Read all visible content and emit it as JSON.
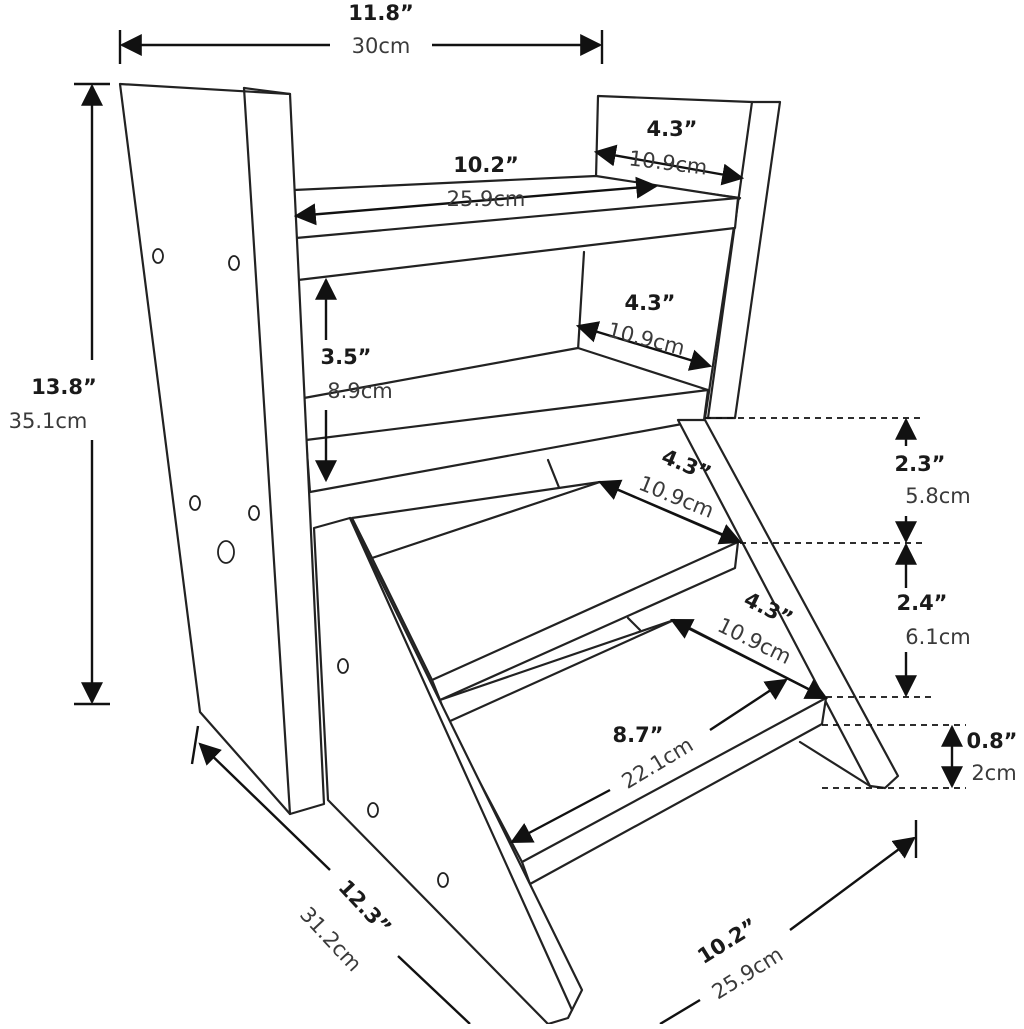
{
  "dimensions": {
    "top_width": {
      "inch": "11.8”",
      "cm": "30cm"
    },
    "height": {
      "inch": "13.8”",
      "cm": "35.1cm"
    },
    "top_shelf_length": {
      "inch": "10.2”",
      "cm": "25.9cm"
    },
    "top_shelf_depth": {
      "inch": "4.3”",
      "cm": "10.9cm"
    },
    "shelf_gap": {
      "inch": "3.5”",
      "cm": "8.9cm"
    },
    "mid_shelf_depth": {
      "inch": "4.3”",
      "cm": "10.9cm"
    },
    "step1_depth": {
      "inch": "4.3”",
      "cm": "10.9cm"
    },
    "step2_depth": {
      "inch": "4.3”",
      "cm": "10.9cm"
    },
    "rise_upper": {
      "inch": "2.3”",
      "cm": "5.8cm"
    },
    "rise_lower": {
      "inch": "2.4”",
      "cm": "6.1cm"
    },
    "foot_height": {
      "inch": "0.8”",
      "cm": "2cm"
    },
    "step_length": {
      "inch": "8.7”",
      "cm": "22.1cm"
    },
    "base_depth": {
      "inch": "12.3”",
      "cm": "31.2cm"
    },
    "base_width": {
      "inch": "10.2”",
      "cm": "25.9cm"
    }
  }
}
